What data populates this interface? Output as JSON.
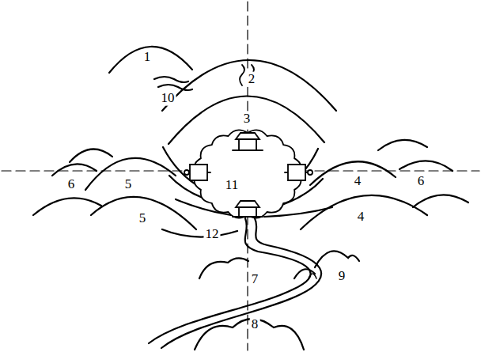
{
  "diagram": {
    "labels": [
      "1",
      "10",
      "2",
      "3",
      "11",
      "6",
      "5",
      "4",
      "6",
      "5",
      "4",
      "12",
      "7",
      "9",
      "8"
    ]
  }
}
